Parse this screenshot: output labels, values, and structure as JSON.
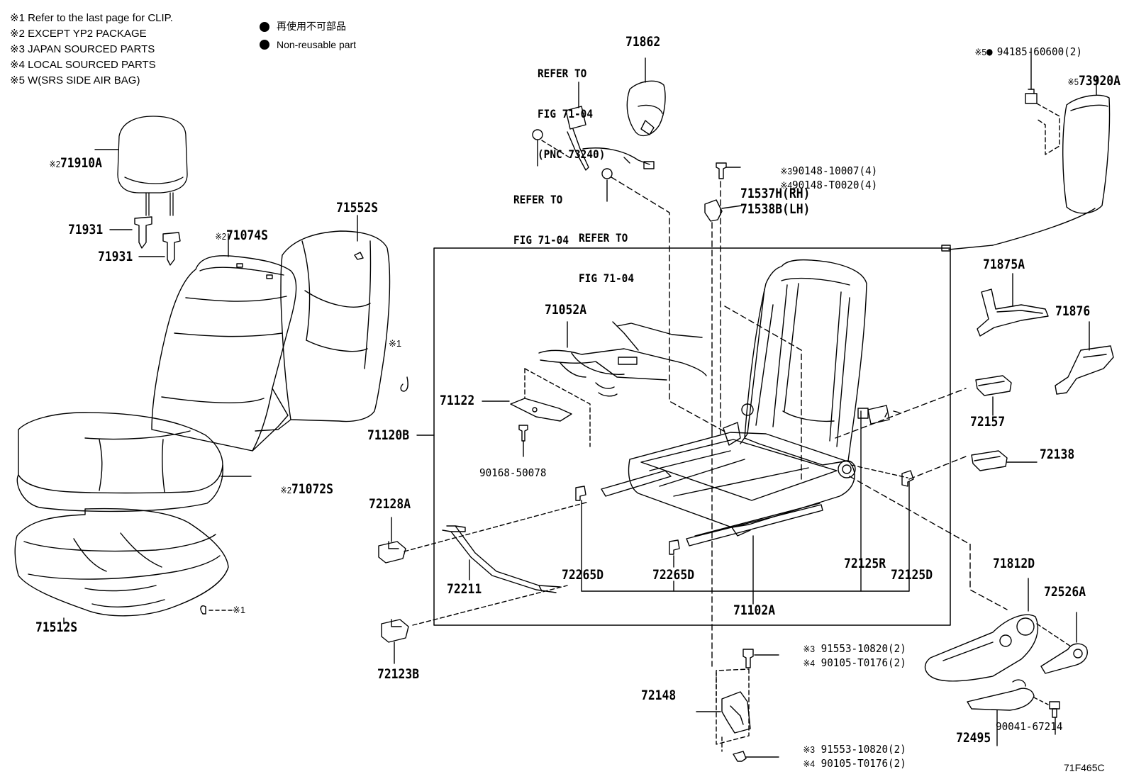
{
  "notes": [
    "※1 Refer to the last page for CLIP.",
    "※2 EXCEPT YP2 PACKAGE",
    "※3 JAPAN SOURCED PARTS",
    "※4 LOCAL SOURCED PARTS",
    "※5 W(SRS SIDE AIR BAG)"
  ],
  "legend": {
    "jp": "再使用不可部品",
    "en": "Non-reusable part"
  },
  "refs": {
    "r1": [
      "REFER TO",
      "FIG 71-04",
      "(PNC 73240)"
    ],
    "r2": [
      "REFER TO",
      "FIG 71-04"
    ],
    "r3": [
      "REFER TO",
      "FIG 71-04"
    ]
  },
  "marks": {
    "m2": "※2",
    "m3": "※3",
    "m4": "※4",
    "m5": "※5",
    "m1": "※1"
  },
  "parts": {
    "p71862": "71862",
    "p94185": "94185-60600(2)",
    "p73920A": "73920A",
    "p71910A": "71910A",
    "p71931a": "71931",
    "p71931b": "71931",
    "p71074S": "71074S",
    "p71552S": "71552S",
    "p90148a": "90148-10007(4)",
    "p90148b": "90148-T0020(4)",
    "p71537H": "71537H(RH)",
    "p71538B": "71538B(LH)",
    "p71875A": "71875A",
    "p71876": "71876",
    "p71052A": "71052A",
    "p71122": "71122",
    "p71120B": "71120B",
    "p90168": "90168-50078",
    "p72157": "72157",
    "p72138": "72138",
    "p71072S": "71072S",
    "p72128A": "72128A",
    "p72211": "72211",
    "p72265Da": "72265D",
    "p72265Db": "72265D",
    "p72125R": "72125R",
    "p72125D": "72125D",
    "p71812D": "71812D",
    "p72526A": "72526A",
    "p71512S": "71512S",
    "p71102A": "71102A",
    "p72123B": "72123B",
    "p91553a": "91553-10820(2)",
    "p90105a": "90105-T0176(2)",
    "p72148": "72148",
    "p90041": "90041-67214",
    "p72495": "72495",
    "p91553b": "91553-10820(2)",
    "p90105b": "90105-T0176(2)"
  },
  "figure_code": "71F465C"
}
